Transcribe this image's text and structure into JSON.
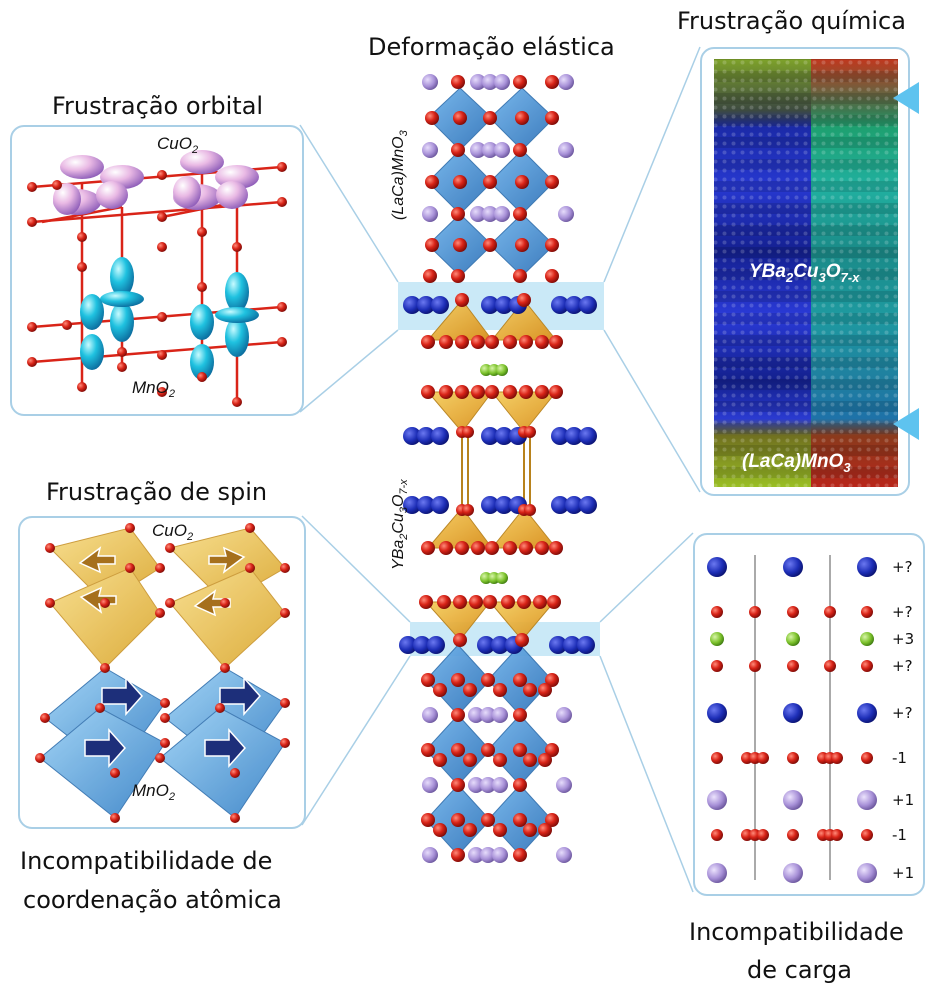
{
  "titles": {
    "deformacao": "Deformação elástica",
    "frustracao_quimica": "Frustração química",
    "frustracao_orbital": "Frustração orbital",
    "frustracao_spin": "Frustração de spin",
    "incompat_coord_l1": "Incompatibilidade de",
    "incompat_coord_l2": "coordenação atômica",
    "incompat_carga_l1": "Incompatibilidade",
    "incompat_carga_l2": "de carga"
  },
  "labels": {
    "cuo2": "CuO",
    "mno2": "MnO",
    "sub2": "2",
    "lacamno3": "(LaCa)MnO",
    "sub3": "3",
    "ybco_a": "YBa",
    "ybco_b": "Cu",
    "ybco_c": "O",
    "ybco_sub2": "2",
    "ybco_sub3": "3",
    "ybco_sub7x": "7-x"
  },
  "charge_panel": {
    "rows": [
      "+?",
      "+?",
      "+3",
      "+?",
      "+?",
      "-1",
      "+1",
      "-1",
      "+1"
    ]
  },
  "colors": {
    "oxygen": "#d92418",
    "mn_octahedra": "#3d8fd6",
    "cu_pyramids": "#e8ad2a",
    "la_ca": "#a891d8",
    "ba": "#1e2fb8",
    "y": "#7cc22c",
    "panel_border": "#a9cfe6",
    "highlight_band": "#bde3f5"
  }
}
